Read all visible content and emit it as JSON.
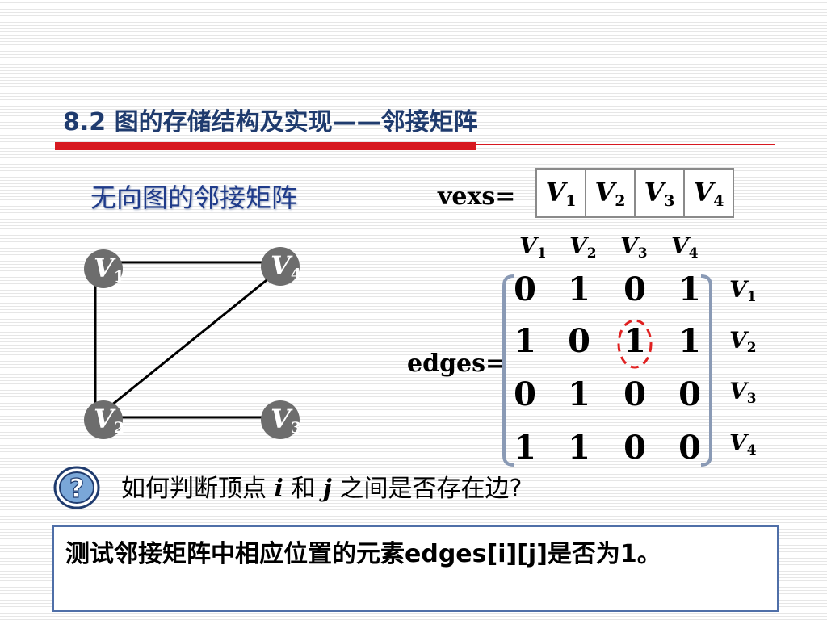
{
  "slide": {
    "title": "8.2 图的存储结构及实现——邻接矩阵",
    "section_heading": "无向图的邻接矩阵"
  },
  "vexs": {
    "label": "vexs=",
    "items": [
      {
        "letter": "V",
        "sub": "1"
      },
      {
        "letter": "V",
        "sub": "2"
      },
      {
        "letter": "V",
        "sub": "3"
      },
      {
        "letter": "V",
        "sub": "4"
      }
    ]
  },
  "graph": {
    "colors": {
      "node": "#6d6d6d",
      "edge": "#000000"
    },
    "nodes": [
      {
        "id": "v1",
        "letter": "V",
        "sub": "1"
      },
      {
        "id": "v4",
        "letter": "V",
        "sub": "4"
      },
      {
        "id": "v2",
        "letter": "V",
        "sub": "2"
      },
      {
        "id": "v3",
        "letter": "V",
        "sub": "3"
      }
    ],
    "edges": [
      [
        "v1",
        "v4"
      ],
      [
        "v1",
        "v2"
      ],
      [
        "v4",
        "v2"
      ],
      [
        "v2",
        "v3"
      ]
    ]
  },
  "edges_matrix": {
    "label": "edges=",
    "col_headers": [
      {
        "letter": "V",
        "sub": "1"
      },
      {
        "letter": "V",
        "sub": "2"
      },
      {
        "letter": "V",
        "sub": "3"
      },
      {
        "letter": "V",
        "sub": "4"
      }
    ],
    "row_headers": [
      {
        "letter": "V",
        "sub": "1"
      },
      {
        "letter": "V",
        "sub": "2"
      },
      {
        "letter": "V",
        "sub": "3"
      },
      {
        "letter": "V",
        "sub": "4"
      }
    ],
    "rows": [
      [
        "0",
        "1",
        "0",
        "1"
      ],
      [
        "1",
        "0",
        "1",
        "1"
      ],
      [
        "0",
        "1",
        "0",
        "0"
      ],
      [
        "1",
        "1",
        "0",
        "0"
      ]
    ],
    "highlight": {
      "row": 1,
      "col": 2,
      "color": "#e02020"
    },
    "bracket_color": "#8a9ab5"
  },
  "question": {
    "icon": "question-icon",
    "part1": "如何判断顶点",
    "var_i": "i",
    "part2": "和",
    "var_j": "j",
    "part3": "之间是否存在边?"
  },
  "answer": {
    "text": "测试邻接矩阵中相应位置的元素edges[i][j]是否为1。"
  }
}
